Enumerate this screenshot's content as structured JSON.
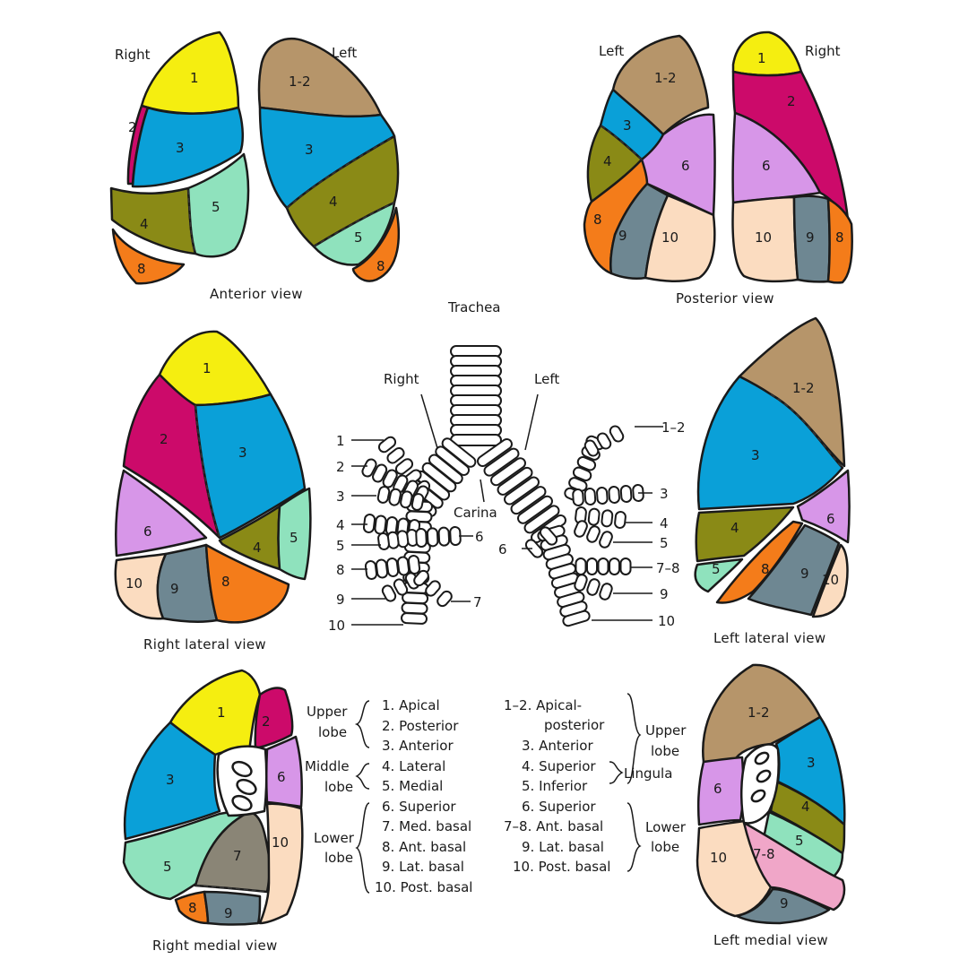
{
  "colors": {
    "s1": "#f5ee10",
    "s2": "#cc0a6a",
    "s3": "#0aa0d8",
    "s4": "#8a8a16",
    "s5": "#8fe2bd",
    "s6": "#d796e8",
    "s7": "#8a8576",
    "s8": "#f47c1a",
    "s9": "#6e8792",
    "s10": "#fbdcc0",
    "s12": "#b6956a",
    "s78": "#f0a6c8",
    "outline": "#1a1a1a"
  },
  "labels": {
    "right": "Right",
    "left": "Left",
    "trachea": "Trachea",
    "carina": "Carina"
  },
  "captions": {
    "anterior": "Anterior view",
    "posterior": "Posterior view",
    "right_lateral": "Right lateral view",
    "left_lateral": "Left lateral view",
    "right_medial": "Right medial view",
    "left_medial": "Left medial view"
  },
  "segment_numbers": {
    "n1": "1",
    "n2": "2",
    "n3": "3",
    "n4": "4",
    "n5": "5",
    "n6": "6",
    "n7": "7",
    "n8": "8",
    "n9": "9",
    "n10": "10",
    "n12": "1-2",
    "n78": "7-8"
  },
  "bronchi_labels": {
    "right": [
      "1",
      "2",
      "3",
      "4",
      "5",
      "8",
      "9",
      "10"
    ],
    "right_side": [
      "6",
      "7"
    ],
    "left": [
      "1–2",
      "3",
      "4",
      "5",
      "7–8",
      "9",
      "10"
    ],
    "left_side": [
      "6"
    ]
  },
  "legend": {
    "right_groups": [
      {
        "lobe": [
          "Upper",
          "lobe"
        ],
        "items": [
          "1. Apical",
          "2. Posterior",
          "3. Anterior"
        ]
      },
      {
        "lobe": [
          "Middle",
          "lobe"
        ],
        "items": [
          "4. Lateral",
          "5. Medial"
        ]
      },
      {
        "lobe": [
          "Lower",
          "lobe"
        ],
        "items": [
          "6. Superior",
          "7. Med. basal",
          "8. Ant. basal",
          "9. Lat. basal",
          "10. Post. basal"
        ]
      }
    ],
    "left_items": [
      "1–2. Apical-",
      "posterior",
      "3. Anterior",
      "4. Superior",
      "5. Inferior",
      "6. Superior",
      "7–8. Ant. basal",
      "9. Lat. basal",
      "10. Post. basal"
    ],
    "left_lobes": {
      "upper": [
        "Upper",
        "lobe"
      ],
      "lingula": "Lingula",
      "lower": [
        "Lower",
        "lobe"
      ]
    }
  }
}
